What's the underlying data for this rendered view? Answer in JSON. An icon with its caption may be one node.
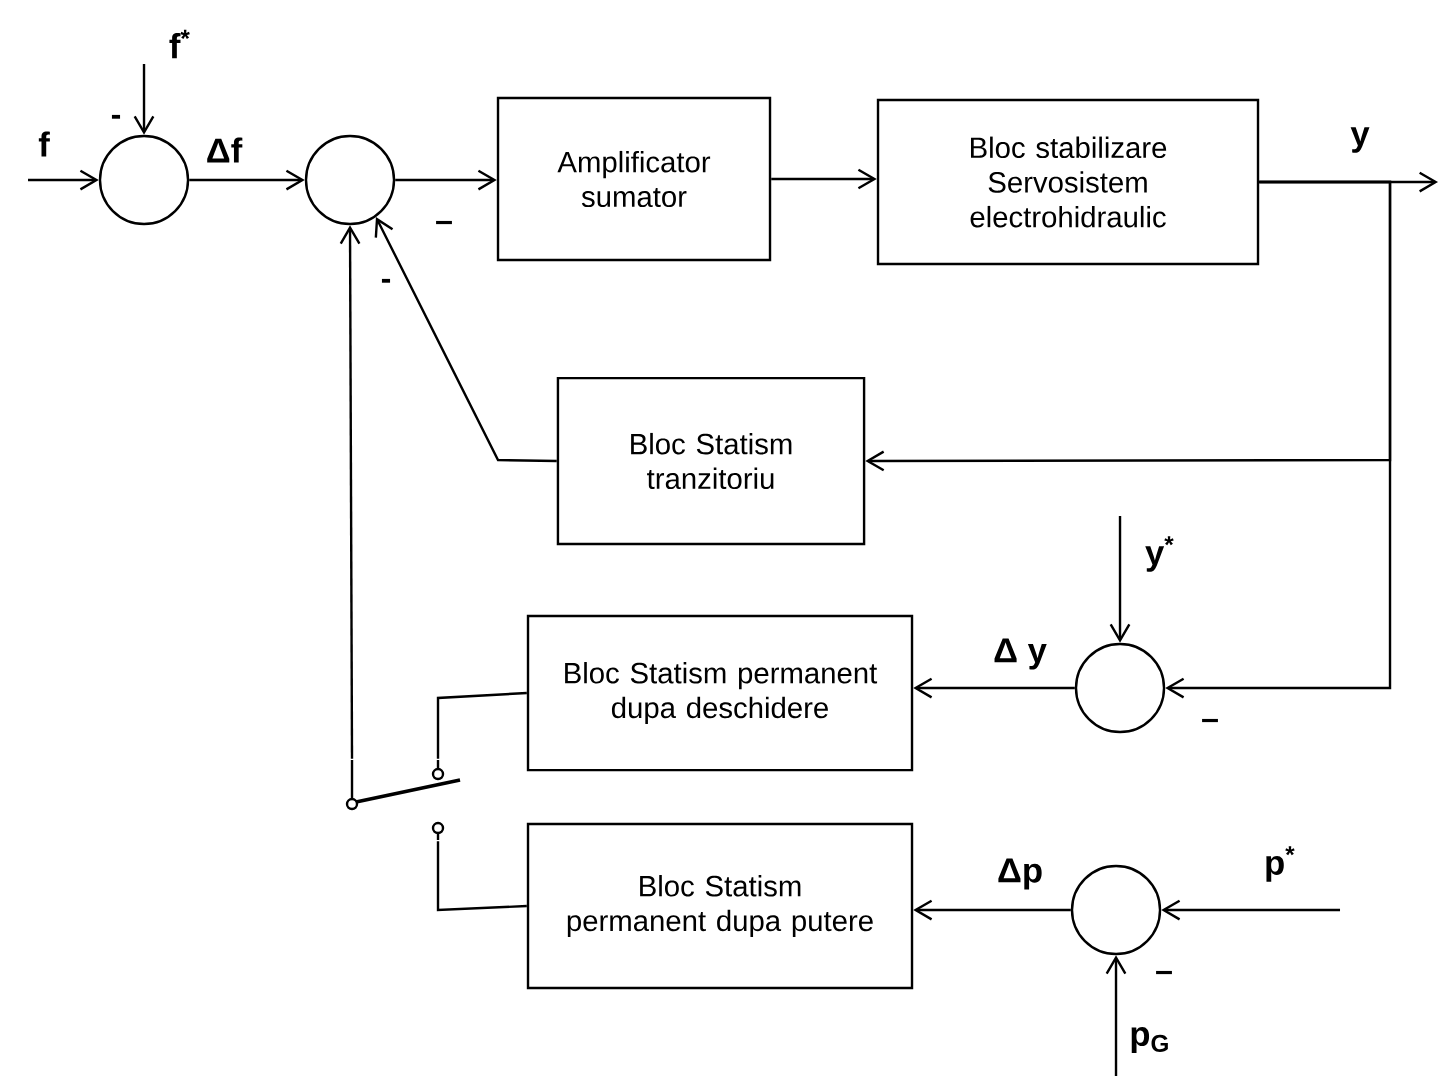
{
  "diagram": {
    "nodes": [
      {
        "text": [],
        "shape": "circle"
      },
      {
        "text": [],
        "shape": "circle"
      },
      {
        "text": [
          "Amplificator sumator"
        ]
      },
      {
        "text": [
          "Bloc stabilizare Servosistem electrohidraulic"
        ]
      },
      {
        "text": [
          "Bloc Statism tranzitoriu"
        ]
      },
      {
        "text": [],
        "shape": "circle"
      },
      {
        "text": [
          "Bloc Statism permanent dupa deschidere"
        ]
      },
      {
        "text": [],
        "shape": "switch"
      },
      {
        "text": [
          "Bloc Statism permanent dupa putere"
        ]
      },
      {
        "text": [],
        "shape": "circle"
      }
    ],
    "edges": [
      {
        "from": null,
        "to": 0,
        "arrow": "to",
        "label": "f"
      },
      {
        "from": null,
        "to": 0,
        "arrow": "to",
        "label": "f$^{*}$"
      },
      {
        "from": 0,
        "to": 1,
        "arrow": "to",
        "label": "Δf"
      },
      {
        "from": 1,
        "to": 2,
        "arrow": "to"
      },
      {
        "from": 2,
        "to": 3,
        "arrow": "to"
      },
      {
        "from": 3,
        "to": null,
        "arrow": "to",
        "label": "y"
      },
      {
        "from": 3,
        "to": 4,
        "arrow": "to"
      },
      {
        "from": 3,
        "to": 5,
        "arrow": "to"
      },
      {
        "from": 4,
        "to": 1,
        "arrow": "to"
      },
      {
        "from": null,
        "to": 5,
        "arrow": "to",
        "label": "y$^{*}$"
      },
      {
        "from": 5,
        "to": 6,
        "arrow": "to",
        "label": "Δ y"
      },
      {
        "from": 6,
        "to": 7,
        "arrow": "none"
      },
      {
        "from": 8,
        "to": 7,
        "arrow": "none"
      },
      {
        "from": 7,
        "to": 1,
        "arrow": "to"
      },
      {
        "from": null,
        "to": 9,
        "arrow": "to",
        "label": "p$^{*}$"
      },
      {
        "from": null,
        "to": 9,
        "arrow": "to",
        "label": "p$_{G}$"
      },
      {
        "from": 9,
        "to": 8,
        "arrow": "to",
        "label": "Δp"
      }
    ],
    "labels": [
      "-",
      "–",
      "-",
      "–",
      "–"
    ]
  }
}
